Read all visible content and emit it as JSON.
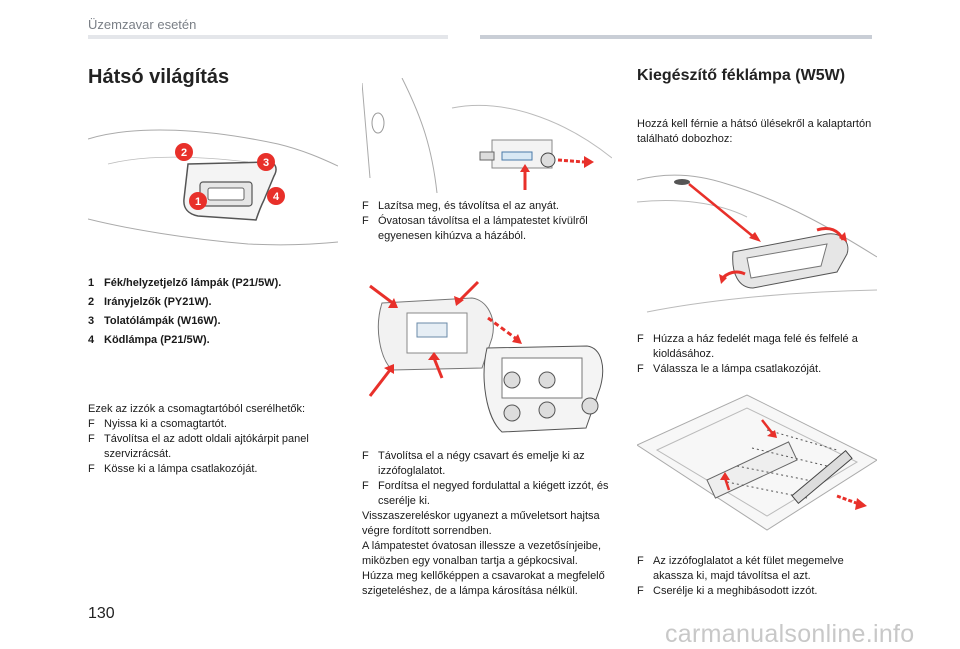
{
  "header": {
    "section": "Üzemzavar esetén"
  },
  "left": {
    "title": "Hátsó világítás",
    "callouts": [
      "1",
      "2",
      "3",
      "4"
    ],
    "items": [
      {
        "num": "1",
        "text": "Fék/helyzetjelző lámpák (P21/5W)."
      },
      {
        "num": "2",
        "text": "Irányjelzők (PY21W)."
      },
      {
        "num": "3",
        "text": "Tolatólámpák (W16W)."
      },
      {
        "num": "4",
        "text": "Ködlámpa (P21/5W)."
      }
    ],
    "intro": "Ezek az izzók a csomagtartóból cserélhetők:",
    "steps": [
      "Nyissa ki a csomagtartót.",
      "Távolítsa el az adott oldali ajtókárpit panel szervizrácsát.",
      "Kösse ki a lámpa csatlakozóját."
    ]
  },
  "middle": {
    "steps_a": [
      "Lazítsa meg, és távolítsa el az anyát.",
      "Óvatosan távolítsa el a lámpatestet kívülről egyenesen kihúzva a házából."
    ],
    "steps_b": [
      "Távolítsa el a négy csavart és emelje ki az izzófoglalatot.",
      "Fordítsa el negyed fordulattal a kiégett izzót, és cserélje ki."
    ],
    "note1": "Visszaszereléskor ugyanezt a műveletsort hajtsa végre fordított sorrendben.",
    "note2": "A lámpatestet óvatosan illessze a vezetősínjeibe, miközben egy vonalban tartja a gépkocsival.",
    "note3": "Húzza meg kellőképpen a csavarokat a megfelelő szigeteléshez, de a lámpa károsítása nélkül."
  },
  "right": {
    "title": "Kiegészítő féklámpa (W5W)",
    "intro": "Hozzá kell férnie a hátsó ülésekről a kalaptartón található dobozhoz:",
    "steps_a": [
      "Húzza a ház fedelét maga felé és felfelé a kioldásához.",
      "Válassza le a lámpa csatlakozóját."
    ],
    "steps_b": [
      "Az izzófoglalatot a két fület megemelve akassza ki, majd távolítsa el azt.",
      "Cserélje ki a meghibásodott izzót."
    ]
  },
  "bullet_glyph": "F",
  "page_number": "130",
  "watermark": "carmanualsonline.info",
  "colors": {
    "accent_red": "#e8302a",
    "illustration_line": "#9a9a9a"
  }
}
